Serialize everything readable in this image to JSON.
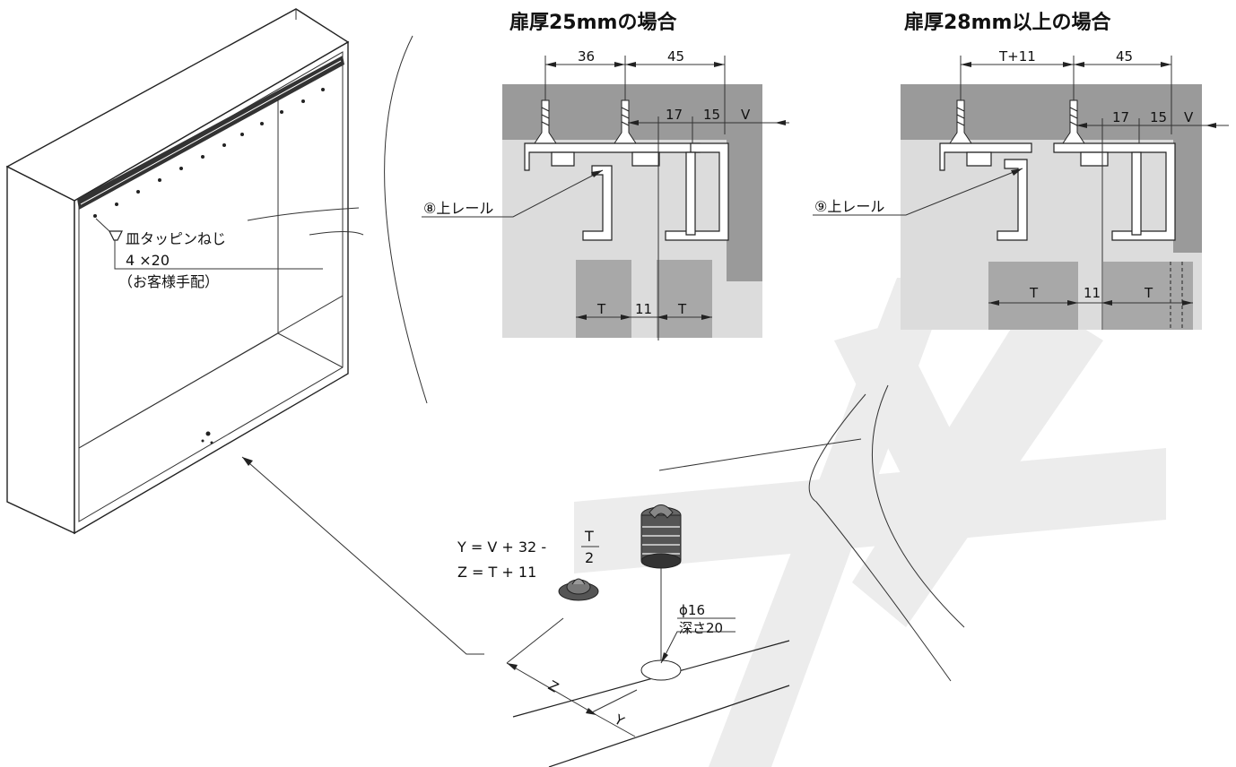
{
  "titles": {
    "left": "扉厚25mmの場合",
    "right": "扉厚28mm以上の場合"
  },
  "left_detail": {
    "dims_top": [
      "36",
      "45"
    ],
    "dims_right": [
      "17",
      "15",
      "V"
    ],
    "rail_label": "⑧上レール",
    "dims_bottom": [
      "T",
      "11",
      "T"
    ]
  },
  "right_detail": {
    "dims_top": [
      "T+11",
      "45"
    ],
    "dims_right": [
      "17",
      "15",
      "V"
    ],
    "rail_label": "⑨上レール",
    "dims_bottom": [
      "T",
      "11",
      "T"
    ]
  },
  "screw_note": {
    "line1": "皿タッピンねじ",
    "line2": "4 ×20",
    "line3": "（お客様手配）"
  },
  "formula": {
    "y_left": "Y = V + 32 -",
    "y_num": "T",
    "y_den": "2",
    "z": "Z = T + 11"
  },
  "hole": {
    "dia": "ϕ16",
    "depth": "深さ20"
  },
  "axis_labels": {
    "z": "Z",
    "y": "Y"
  },
  "watermark": "見本",
  "colors": {
    "wall": "#9a9a9a",
    "panel": "#dcdcdc",
    "door": "#a8a8a8",
    "watermark": "#ececec"
  }
}
